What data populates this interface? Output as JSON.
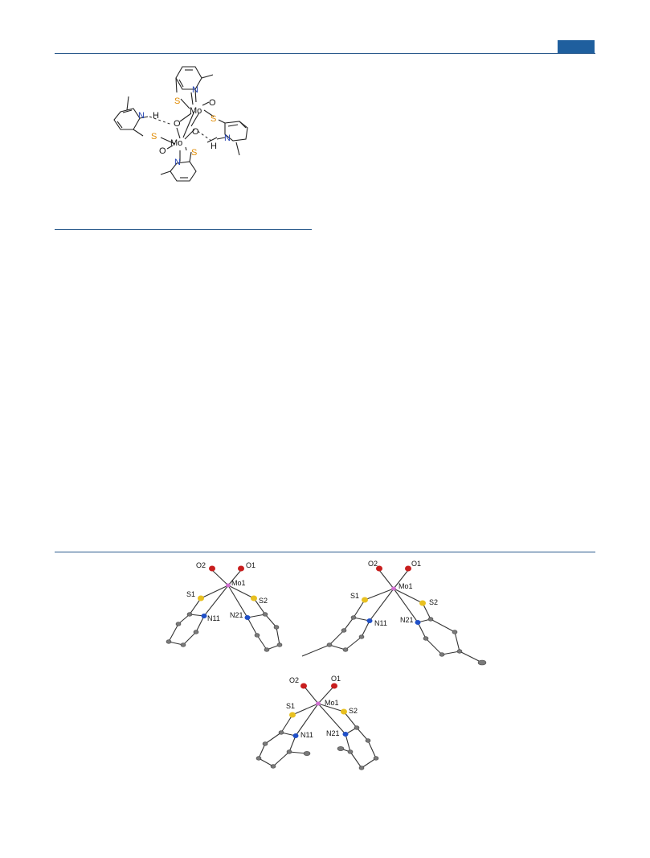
{
  "scheme": {
    "atoms": {
      "mo_top": "Mo",
      "mo_bottom": "Mo",
      "o_bridge_left": "O",
      "o_bridge_right": "O",
      "o_terminal_top": "O",
      "o_terminal_bottom": "O",
      "h_left": "H",
      "h_right": "H",
      "n_top": "N",
      "n_left": "N",
      "n_right": "N",
      "n_bottom": "N",
      "s_top": "S",
      "s_left": "S",
      "s_right": "S",
      "s_bottom": "S"
    }
  },
  "structures": [
    {
      "labels": {
        "o2": "O2",
        "o1": "O1",
        "mo1": "Mo1",
        "s1": "S1",
        "s2": "S2",
        "n11": "N11",
        "n21": "N21"
      }
    },
    {
      "labels": {
        "o2": "O2",
        "o1": "O1",
        "mo1": "Mo1",
        "s1": "S1",
        "s2": "S2",
        "n11": "N11",
        "n21": "N21"
      }
    },
    {
      "labels": {
        "o2": "O2",
        "o1": "O1",
        "mo1": "Mo1",
        "s1": "S1",
        "s2": "S2",
        "n11": "N11",
        "n21": "N21"
      }
    }
  ],
  "colors": {
    "rule": "#2a5a8c",
    "header_tab": "#1f5f9e",
    "sulfur": "#e08a00",
    "nitrogen": "#1f3fb0",
    "oxygen_atom": "#c81e1e",
    "molybdenum_atom": "#d070d0",
    "sulfur_atom": "#e8c020",
    "nitrogen_atom": "#2050c8",
    "carbon_atom": "#7a7a7a"
  }
}
